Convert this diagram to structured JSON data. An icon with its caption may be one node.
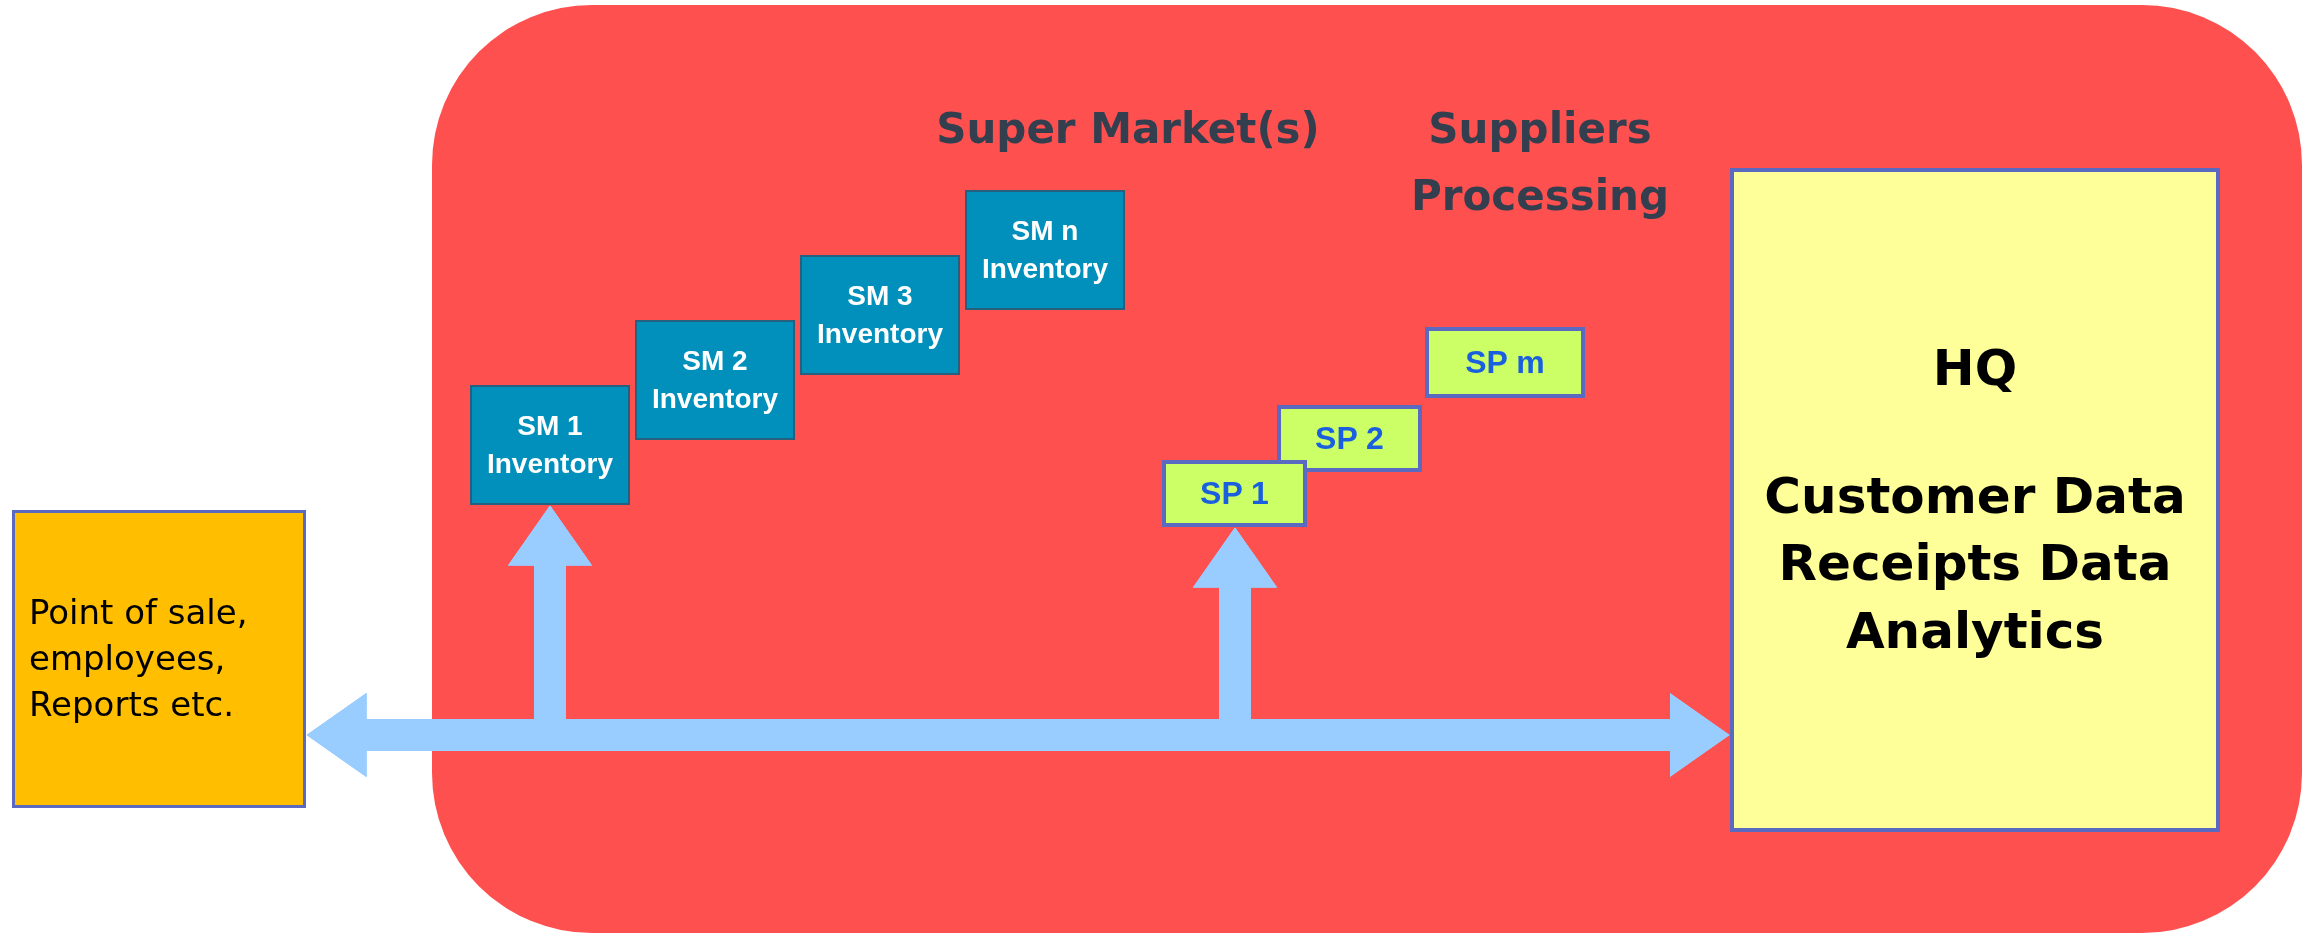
{
  "diagram": {
    "nodes": [
      {
        "text": [
          "Point of sale, employees, Reports etc."
        ]
      },
      {
        "text": [],
        "shape": "box"
      },
      {
        "text": [
          "SM 1 Inventory"
        ],
        "in": 1
      },
      {
        "text": [
          "SM 2 Inventory"
        ],
        "in": 1
      },
      {
        "text": [
          "SM 3 Inventory"
        ],
        "in": 1
      },
      {
        "text": [
          "SM n Inventory"
        ],
        "in": 1
      },
      {
        "text": [
          "SP 1"
        ],
        "in": 1
      },
      {
        "text": [
          "SP 2"
        ],
        "in": 1
      },
      {
        "text": [
          "SP m"
        ],
        "in": 1
      },
      {
        "text": [
          "HQ",
          "Customer Data Receipts Data Analytics"
        ],
        "in": 1
      }
    ],
    "edges": [
      {
        "from": 0,
        "to": 9,
        "arrow": "both"
      },
      {
        "from": 0,
        "to": 2,
        "arrow": "both"
      },
      {
        "from": 0,
        "to": 6,
        "arrow": "both"
      },
      {
        "from": 2,
        "to": 9,
        "arrow": "both"
      },
      {
        "from": 6,
        "to": 9,
        "arrow": "both"
      },
      {
        "from": 2,
        "to": 6,
        "arrow": "both"
      }
    ],
    "labels": [
      "Super Market(s)",
      "Suppliers Processing"
    ]
  }
}
